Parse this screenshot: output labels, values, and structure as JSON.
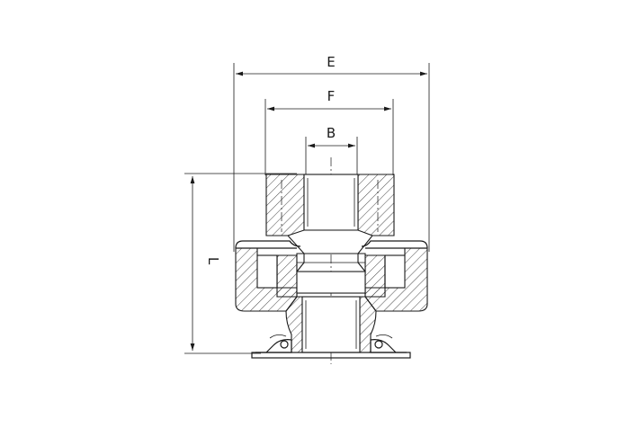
{
  "dimensions": {
    "overall_width": "E",
    "flange_width": "F",
    "bore": "B",
    "length": "L"
  },
  "colors": {
    "stroke": "#1a1a1a",
    "background": "#ffffff"
  }
}
